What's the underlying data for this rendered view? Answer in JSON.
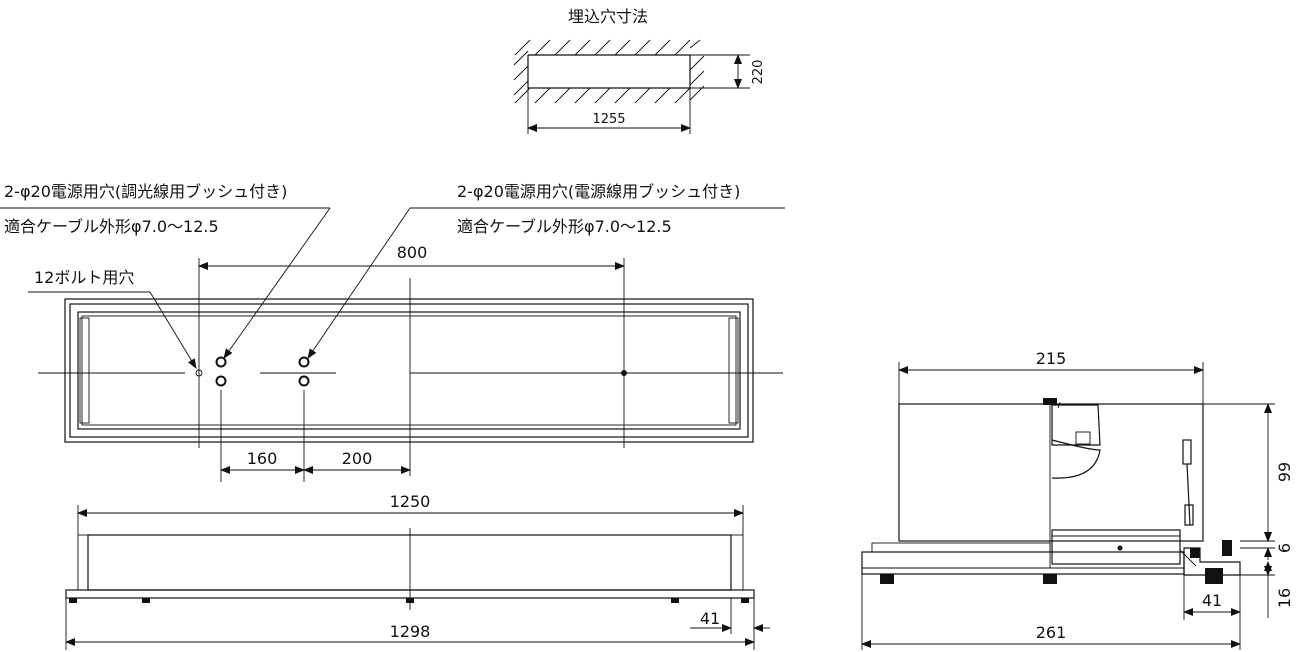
{
  "cutout": {
    "title": "埋込穴寸法",
    "width": "1255",
    "height": "220"
  },
  "notes": {
    "left_hole": "2-φ20電源用穴(調光線用ブッシュ付き)",
    "left_cable": "適合ケーブル外形φ7.0～12.5",
    "right_hole": "2-φ20電源用穴(電源線用ブッシュ付き)",
    "right_cable": "適合ケーブル外形φ7.0～12.5",
    "bolt": "12ボルト用穴"
  },
  "top_view": {
    "dim_800": "800",
    "dim_160": "160",
    "dim_200": "200"
  },
  "front_view": {
    "dim_1250": "1250",
    "dim_1298": "1298",
    "dim_41": "41"
  },
  "side_view": {
    "dim_215": "215",
    "dim_99": "99",
    "dim_6": "6",
    "dim_16": "16",
    "dim_41": "41",
    "dim_261": "261"
  }
}
